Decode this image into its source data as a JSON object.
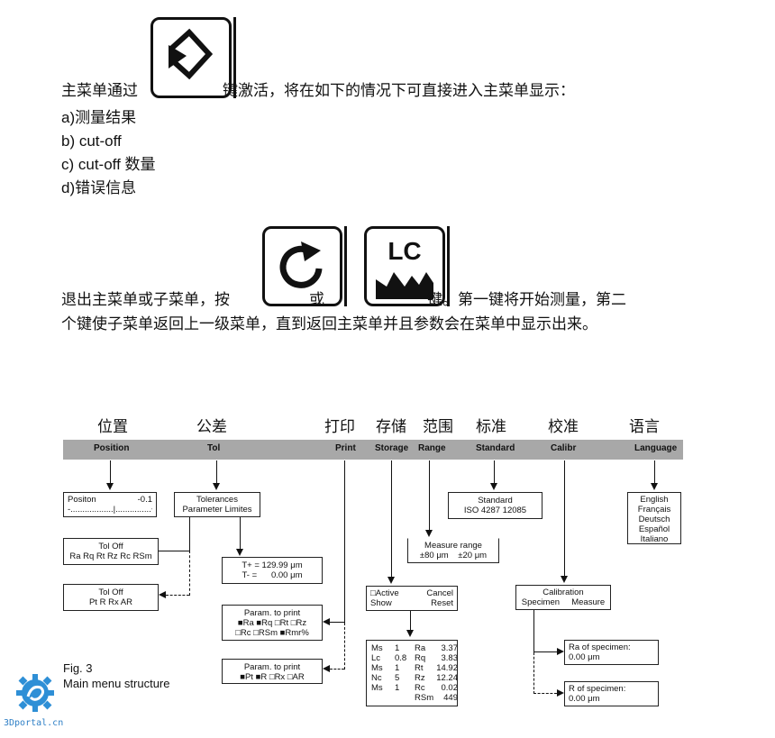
{
  "intro": {
    "line1_before": "主菜单通过",
    "line1_after": "键激活，将在如下的情况下可直接进入主菜单显示：",
    "items": [
      "a)测量结果",
      "b) cut-off",
      "c) cut-off 数量",
      "d)错误信息"
    ]
  },
  "exit": {
    "line1_a": "退出主菜单或子菜单，按",
    "line1_or": "或",
    "line1_b": "键。第一键将开始测量，第二",
    "line2": "个键使子菜单返回上一级菜单，直到返回主菜单并且参数会在菜单中显示出来。",
    "lc_icon_text": "LC"
  },
  "icons": [
    "menu-key-icon",
    "start-key-icon",
    "lc-key-icon"
  ],
  "diagram": {
    "cn_labels": [
      "位置",
      "公差",
      "打印",
      "存储",
      "范围",
      "标准",
      "校准",
      "语言"
    ],
    "menu": [
      "Position",
      "Tol",
      "Print",
      "Storage",
      "Range",
      "Standard",
      "Calibr",
      "Language"
    ],
    "position_box": {
      "title": "Positon",
      "value": "-0.1",
      "scale": "-..................|...............+"
    },
    "tolerances_box": {
      "line1": "Tolerances",
      "line2": "Parameter Limites"
    },
    "tol_off_1": {
      "line1": "Tol    Off",
      "line2": "Ra  Rq  Rt  Rz  Rc  RSm"
    },
    "tol_off_2": {
      "line1": "Tol    Off",
      "line2": "Pt  R  Rx  AR"
    },
    "limits_box": {
      "line1": "T+ = 129.99 μm",
      "line2": "T- =      0.00 μm"
    },
    "param_print_1": {
      "title": "Param. to print",
      "line1": "■Ra  ■Rq  □Rt  □Rz",
      "line2": "□Rc  □RSm  ■Rmr%"
    },
    "param_print_2": {
      "title": "Param. to print",
      "line1": "■Pt  ■R  □Rx  □AR"
    },
    "fig": {
      "label": "Fig. 3",
      "caption": "Main menu structure"
    },
    "storage_box": {
      "r1a": "□Active",
      "r1b": "Cancel",
      "r2a": "Show",
      "r2b": "Reset"
    },
    "results_box": {
      "rows": [
        [
          "Ms",
          "1",
          "Ra",
          "3.37"
        ],
        [
          "Lc",
          "0.8",
          "Rq",
          "3.83"
        ],
        [
          "Ms",
          "1",
          "Rt",
          "14.92"
        ],
        [
          "Nc",
          "5",
          "Rz",
          "12.24"
        ],
        [
          "Ms",
          "1",
          "Rc",
          "0.02"
        ],
        [
          "",
          "",
          "RSm",
          "449"
        ]
      ]
    },
    "range_box": {
      "line1": "Measure range",
      "line2": "±80 μm    ±20 μm"
    },
    "standard_box": {
      "line1": "Standard",
      "line2": "ISO 4287 12085"
    },
    "calibration_box": {
      "line1": "Calibration",
      "line2": "Specimen     Measure"
    },
    "ra_specimen": {
      "line1": "Ra of specimen:",
      "line2": "0.00 μm"
    },
    "r_specimen": {
      "line1": "R of specimen:",
      "line2": "0.00 μm"
    },
    "languages": [
      "English",
      "Français",
      "Deutsch",
      "Español",
      "Italiano"
    ]
  },
  "watermark": {
    "text": "3Dportal.cn"
  }
}
